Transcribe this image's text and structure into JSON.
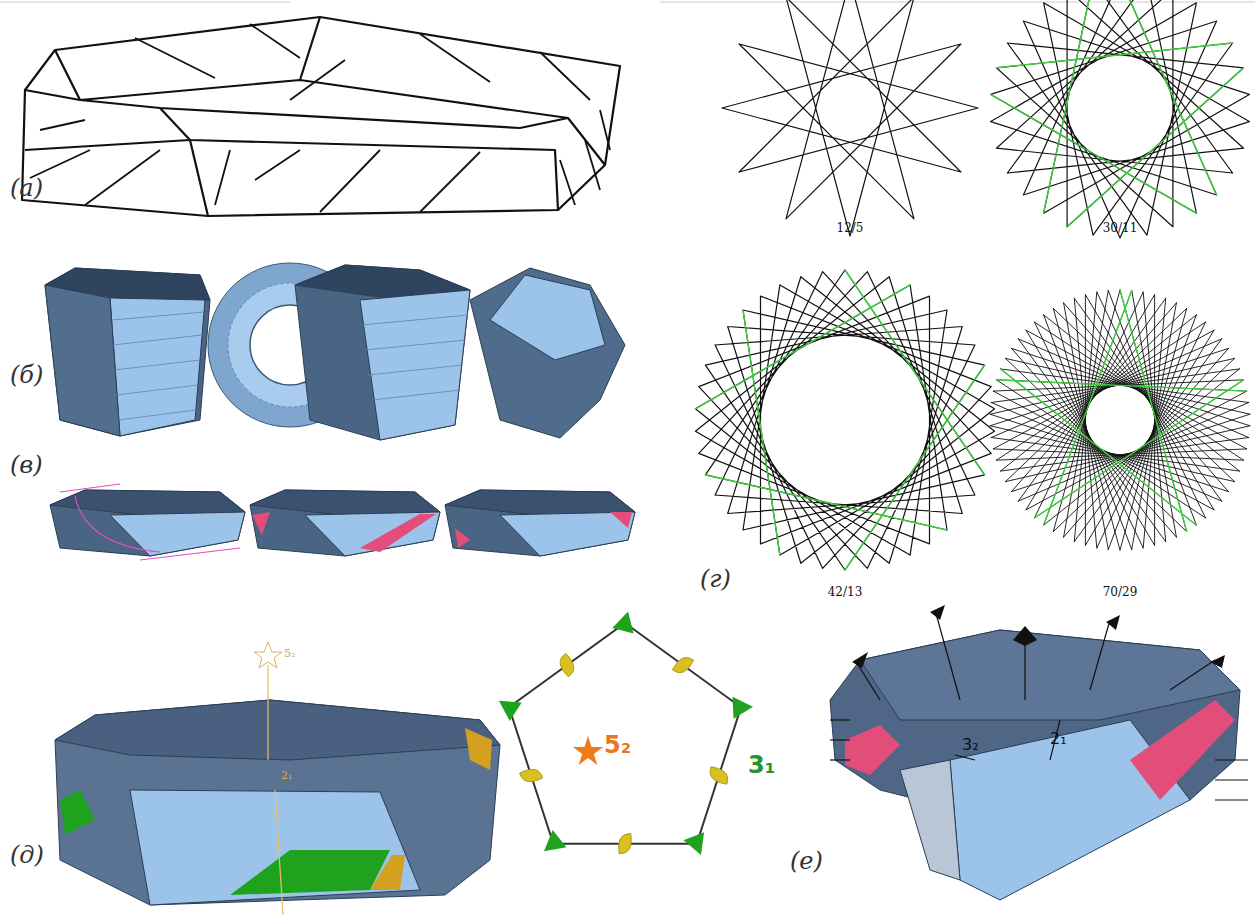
{
  "diagram": {
    "labels": [
      "(а)",
      "(б)",
      "(в)",
      "(г)",
      "12/5",
      "30/11",
      "42/13",
      "70/29",
      "(д)",
      "5₂",
      "2₁",
      "5₂",
      "3₁",
      "(е)",
      "3₂",
      "2₁"
    ]
  }
}
